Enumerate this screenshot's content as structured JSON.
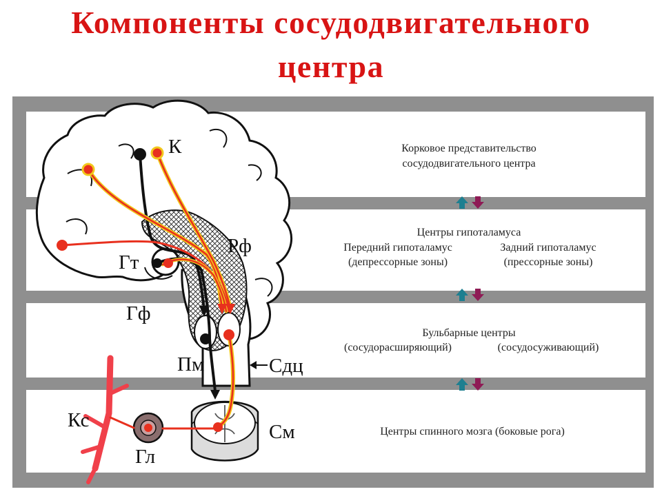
{
  "title": {
    "line1": "Компоненты сосудодвигательного",
    "line2": "центра"
  },
  "levels": {
    "cortex": {
      "line1": "Корковое представительство",
      "line2": "сосудодвигательного центра"
    },
    "hypothalamus": {
      "heading": "Центры гипоталамуса",
      "anterior_name": "Передний гипоталамус",
      "anterior_role": "(депрессорные зоны)",
      "posterior_name": "Задний гипоталамус",
      "posterior_role": "(прессорные зоны)"
    },
    "bulbar": {
      "heading": "Бульбарные центры",
      "dilator": "(сосудорасширяющий)",
      "constrictor": "(сосудосуживающий)"
    },
    "spinal": {
      "line1": "Центры спинного мозга (боковые рога)"
    }
  },
  "diagram_labels": {
    "k": "К",
    "rf": "Рф",
    "gt": "Гт",
    "gf": "Гф",
    "pm": "Пм",
    "sdc": "Сдц",
    "ks": "Кс",
    "sm": "См",
    "gl": "Гл"
  },
  "colors": {
    "title": "#d81414",
    "panel": "#8f8f8f",
    "pathway_red": "#e8301e",
    "pathway_yellow": "#f2c81c",
    "pathway_black": "#111111",
    "vessel": "#f0404a",
    "arrow_up": "#1e7f90",
    "arrow_down": "#8e1b55"
  }
}
